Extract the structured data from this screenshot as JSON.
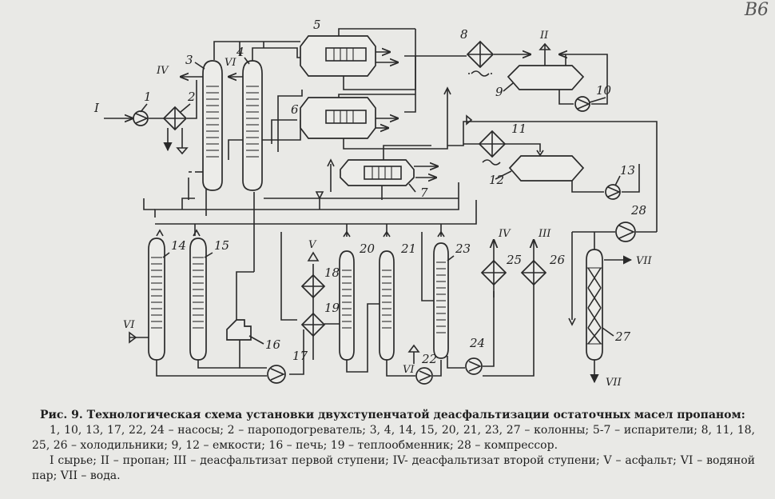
{
  "corner_mark": "В6",
  "labels": {
    "stream_I": "I",
    "stream_II": "II",
    "stream_III": "III",
    "stream_IV_top": "IV",
    "stream_IV_right": "IV",
    "stream_V": "V",
    "stream_VI_top": "VI",
    "stream_VI_left": "VI",
    "stream_VI_bottom": "VI",
    "stream_VII_out": "VII",
    "stream_VII_bottom": "VII",
    "n1": "1",
    "n2": "2",
    "n3": "3",
    "n4": "4",
    "n5": "5",
    "n6": "6",
    "n7": "7",
    "n8": "8",
    "n9": "9",
    "n10": "10",
    "n11": "11",
    "n12": "12",
    "n13": "13",
    "n14": "14",
    "n15": "15",
    "n16": "16",
    "n17": "17",
    "n18": "18",
    "n19": "19",
    "n20": "20",
    "n21": "21",
    "n22": "22",
    "n23": "23",
    "n24": "24",
    "n25": "25",
    "n26": "26",
    "n27": "27",
    "n28": "28"
  },
  "caption": {
    "title": "Рис. 9. Технологическая схема установки двухступенчатой деасфальтизации остаточных масел пропаном:",
    "equipment": "1, 10, 13, 17, 22, 24 – насосы; 2 – пароподогреватель; 3, 4, 14, 15, 20, 21, 23, 27 – колонны; 5-7 – испарители; 8, 11, 18, 25, 26 – холодильники; 9, 12 – емкости; 16 – печь; 19 – теплообменник; 28 – компрессор.",
    "streams": "I сырье; II – пропан; III – деасфальтизат первой ступени; IV- деасфальтизат второй ступени; V – асфальт; VI – водяной пар; VII – вода."
  }
}
